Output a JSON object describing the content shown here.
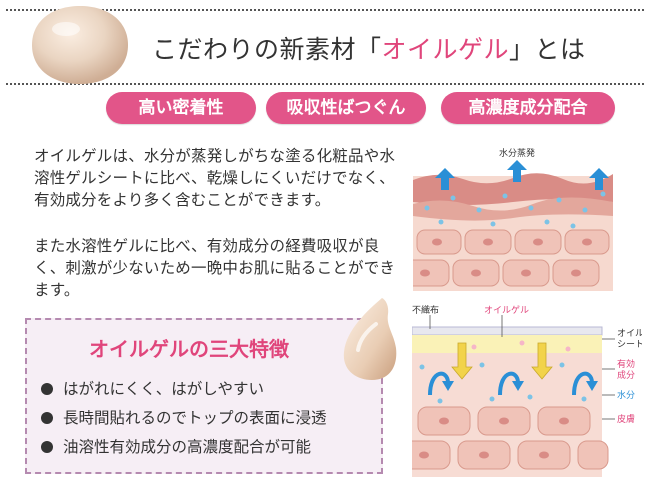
{
  "header": {
    "title_prefix": "こだわりの新素材「",
    "title_accent": "オイルゲル",
    "title_suffix": "」とは"
  },
  "badges": [
    "高い密着性",
    "吸収性ばつぐん",
    "高濃度成分配合"
  ],
  "body": {
    "paragraph_1": "オイルゲルは、水分が蒸発しがちな塗る化粧品や水溶性ゲルシートに比べ、乾燥しにくいだけでなく、有効成分をより多く含むことができます。",
    "paragraph_2": "また水溶性ゲルに比べ、有効成分の経費吸収が良く、刺激が少ないため一晩中お肌に貼ることができます。"
  },
  "features": {
    "title": "オイルゲルの三大特徴",
    "items": [
      "はがれにくく、はがしやすい",
      "長時間貼れるのでトップの表面に浸透",
      "油溶性有効成分の高濃度配合が可能"
    ]
  },
  "diagram_top": {
    "label": "水分蒸発"
  },
  "diagram_bottom": {
    "label_nonwoven": "不織布",
    "label_oilgel": "オイルゲル",
    "label_sheet_1": "オイル",
    "label_sheet_2": "シート",
    "label_active_1": "有効",
    "label_active_2": "成分",
    "label_water": "水分",
    "label_skin": "皮膚"
  },
  "colors": {
    "accent": "#e0457b",
    "pill": "#e25589",
    "box_bg": "#f6eef5",
    "box_border": "#b58ab0",
    "arrow_blue": "#2a8fd6",
    "arrow_yellow": "#f2d34a"
  }
}
